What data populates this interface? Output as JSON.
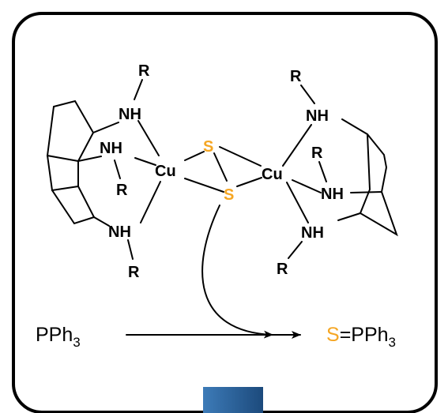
{
  "colors": {
    "sulfur": "#f5a623",
    "frame": "#000000",
    "bottom_tab": "#245a94"
  },
  "labels": {
    "nh": "NH",
    "r": "R",
    "cu": "Cu",
    "s": "S"
  },
  "reaction": {
    "reactant_p": "PPh",
    "reactant_sub": "3",
    "product_s": "S",
    "product_rest": "=PPh",
    "product_sub": "3"
  }
}
